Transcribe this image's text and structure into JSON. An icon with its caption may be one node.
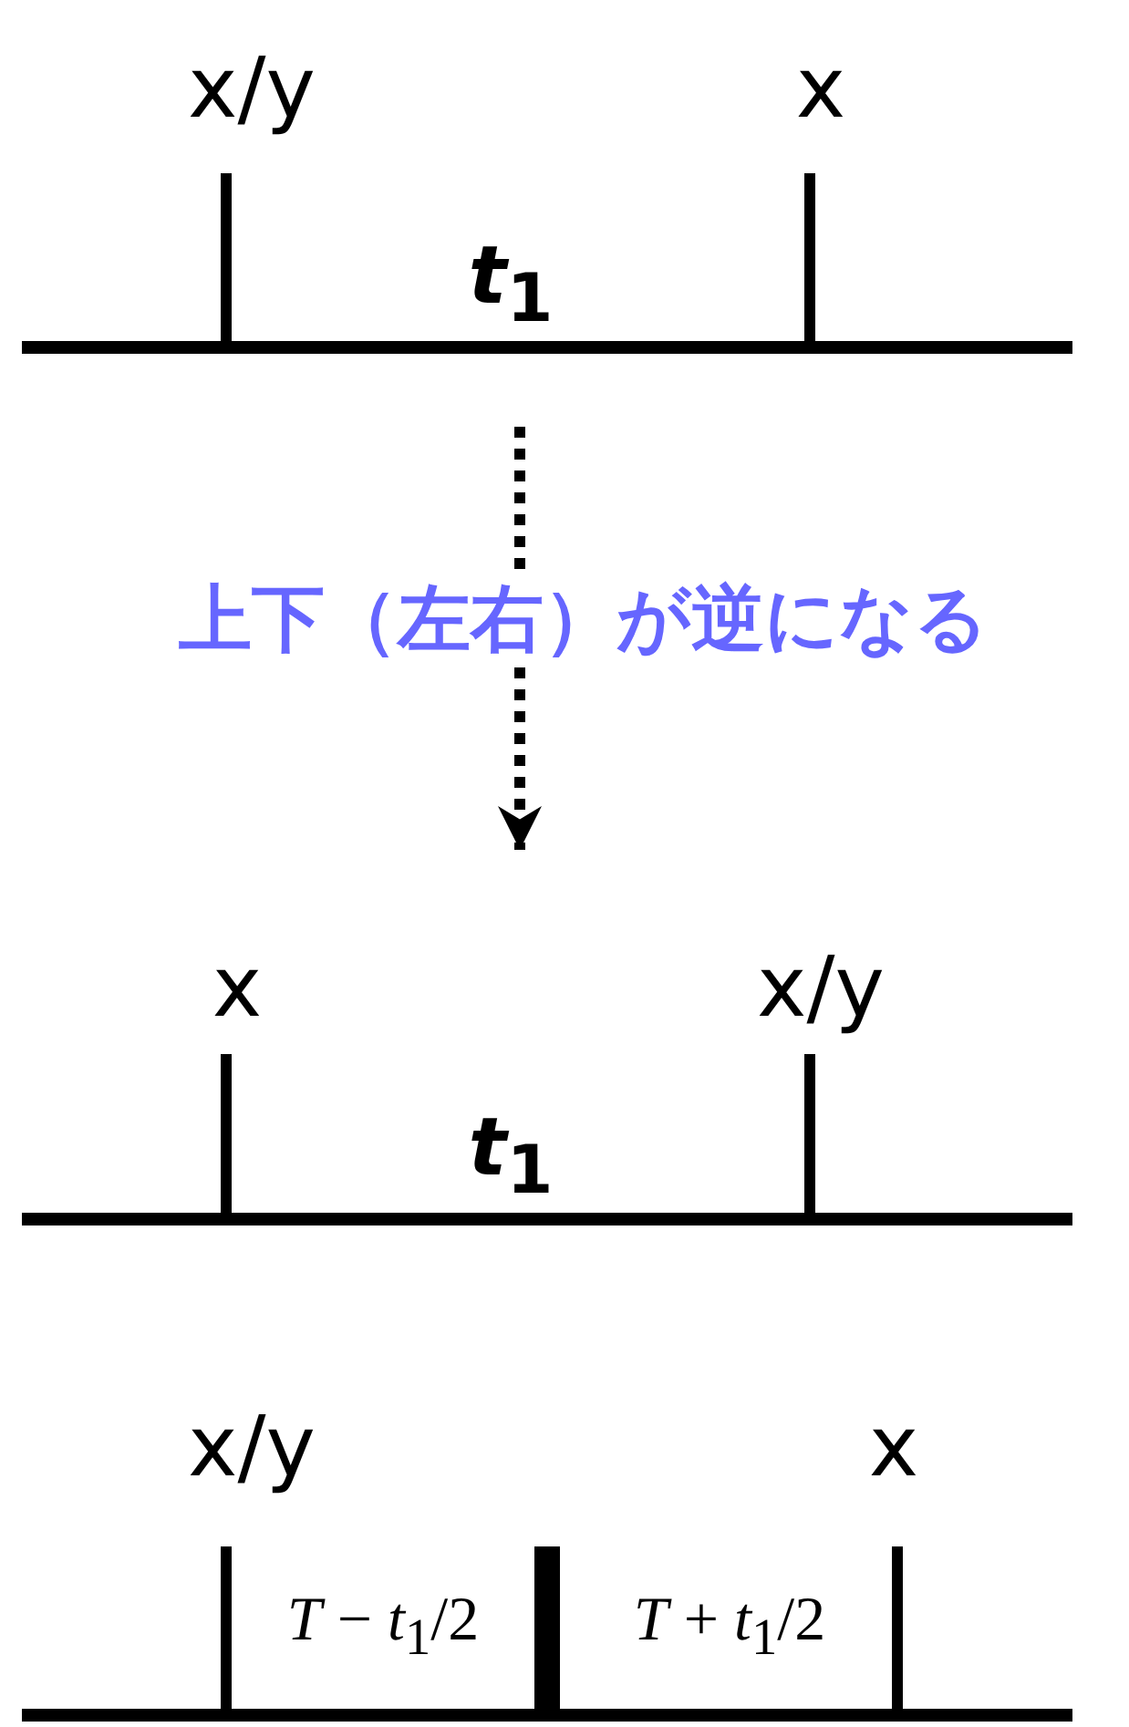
{
  "diagram": {
    "nodes": [
      {
        "text": [
          "x/y",
          "x",
          "*t*$_{1}$"
        ]
      },
      {
        "text": [
          "x",
          "x/y",
          "*t*$_{1}$"
        ]
      },
      {
        "text": [
          "x/y",
          "x",
          "*T* − *t*$_{1}$/2",
          "*T* + *t*$_{1}$/2"
        ]
      }
    ],
    "edges": [
      {
        "from": 0,
        "to": 1,
        "arrow": "to",
        "style": "dashed",
        "label": "上下（左右）が逆になる"
      }
    ]
  }
}
